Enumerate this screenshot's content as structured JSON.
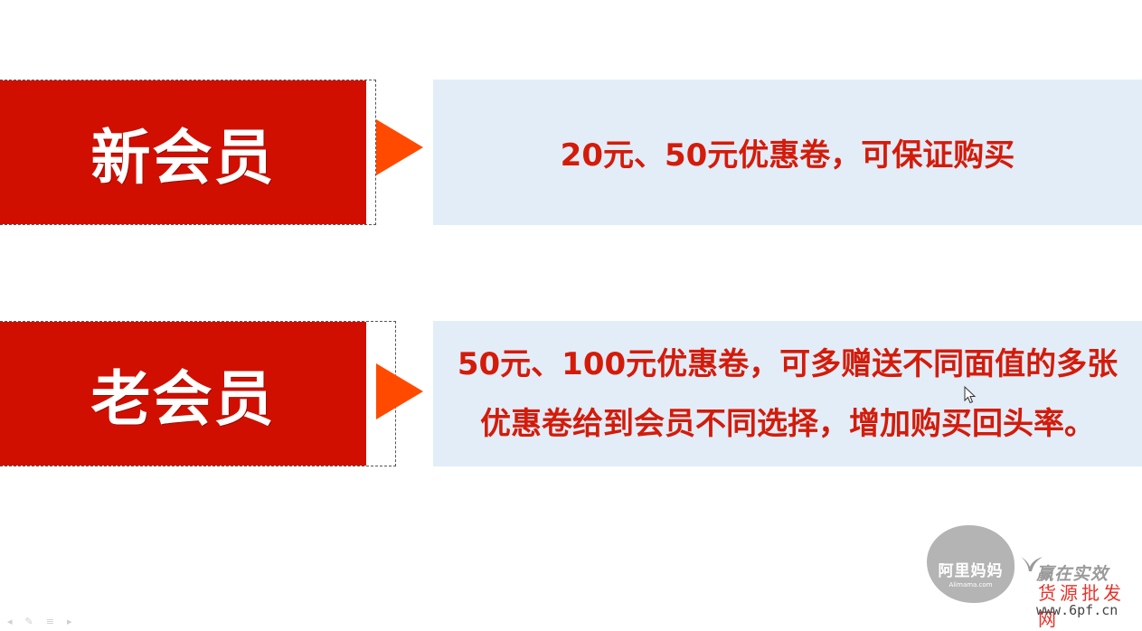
{
  "rows": [
    {
      "label": "新会员",
      "description": "20元、50元优惠卷，可保证购买"
    },
    {
      "label": "老会员",
      "description_lines": [
        "50元、100元优惠卷，可多赠送不同面值的多张",
        "优惠卷给到会员不同选择，增加购买回头率。"
      ]
    }
  ],
  "branding": {
    "logo_cn": "阿里妈妈",
    "logo_en": "Alimama.com",
    "slogan": "赢在实效"
  },
  "watermark": {
    "cn": "货源批发网",
    "url": "www.6pf.cn"
  },
  "colors": {
    "label_bg": "#d10f00",
    "arrow": "#ff4a00",
    "info_bg": "#e2edf8",
    "info_text": "#d41b0a"
  },
  "icons": [
    "arrow-right-icon",
    "mouse-cursor-icon",
    "alimama-logo-icon",
    "bird-icon"
  ]
}
